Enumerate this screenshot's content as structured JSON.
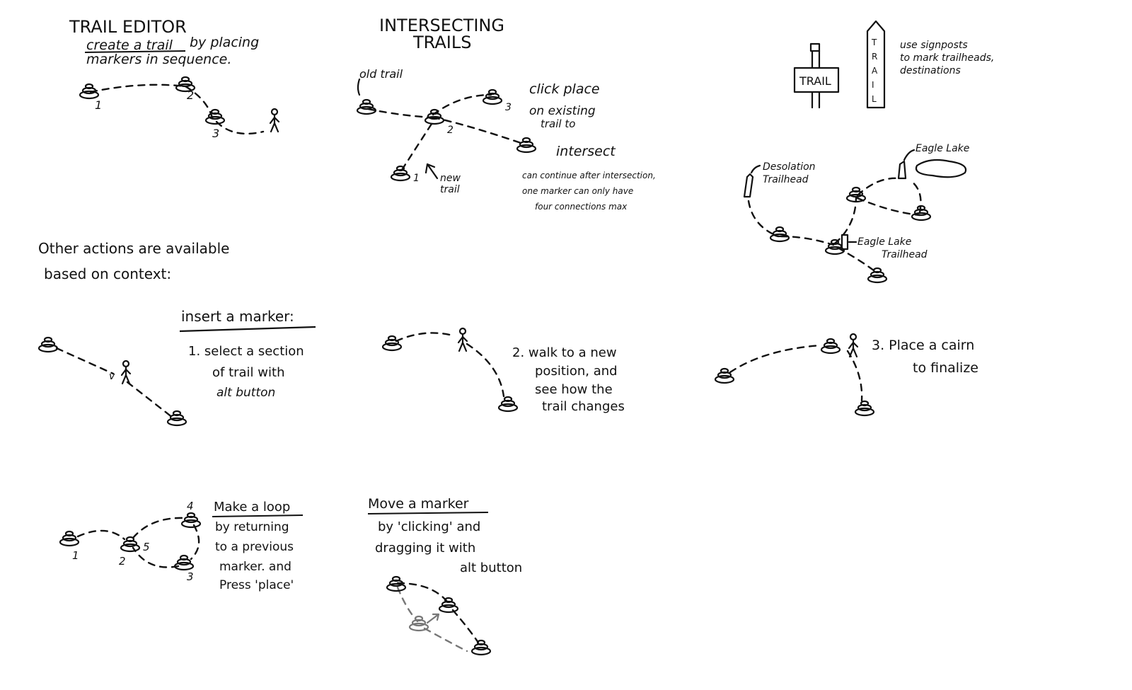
{
  "title": {
    "line1": "TRAIL EDITOR",
    "underlined": "create a trail",
    "line2": "by placing",
    "line3": "markers in sequence."
  },
  "intersect": {
    "title1": "INTERSECTING",
    "title2": "TRAILS",
    "old_trail": "old trail",
    "new_trail1": "new",
    "new_trail2": "trail",
    "click1": "click place",
    "click2": "on existing",
    "click3": "trail to",
    "intersect": "intersect",
    "note1": "can continue after intersection,",
    "note2": "one marker can only have",
    "note3": "four connections max",
    "nums": [
      "1",
      "2",
      "3"
    ]
  },
  "signposts": {
    "sign_text": "TRAIL",
    "post_letters": [
      "T",
      "R",
      "A",
      "I",
      "L"
    ],
    "note1": "use signposts",
    "note2": "to mark trailheads,",
    "note3": "destinations"
  },
  "map_example": {
    "desolation1": "Desolation",
    "desolation2": "Trailhead",
    "eagle_lake": "Eagle Lake",
    "eagle_th1": "Eagle Lake",
    "eagle_th2": "Trailhead"
  },
  "create_nums": [
    "1",
    "2",
    "3"
  ],
  "other_actions": {
    "line1": "Other actions are available",
    "line2": "based on context:"
  },
  "insert": {
    "title": "insert a marker:",
    "step1a": "1. select a section",
    "step1b": "of trail with",
    "step1c": "alt button",
    "v": "v"
  },
  "step2": {
    "a": "2. walk to a new",
    "b": "position, and",
    "c": "see how the",
    "d": "trail changes"
  },
  "step3": {
    "a": "3. Place a cairn",
    "b": "to finalize"
  },
  "loop": {
    "title": "Make a loop",
    "a": "by returning",
    "b": "to a previous",
    "c": "marker. and",
    "d": "Press 'place'",
    "nums": [
      "1",
      "2",
      "3",
      "4",
      "5"
    ]
  },
  "move": {
    "title": "Move a marker",
    "a": "by 'clicking' and",
    "b": "dragging it with",
    "c": "alt button"
  }
}
